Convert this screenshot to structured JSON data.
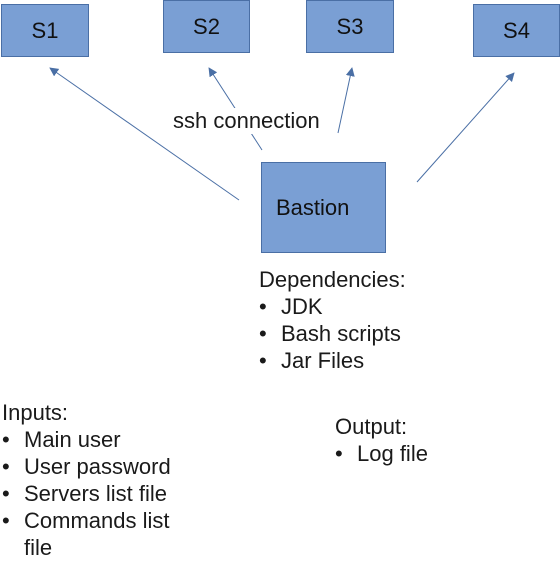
{
  "servers": [
    "S1",
    "S2",
    "S3",
    "S4"
  ],
  "bastion": {
    "label": "Bastion"
  },
  "connection_label": "ssh connection",
  "dependencies": {
    "heading": "Dependencies:",
    "items": [
      "JDK",
      "Bash scripts",
      "Jar Files"
    ]
  },
  "inputs": {
    "heading": "Inputs:",
    "items": [
      "Main user",
      "User password",
      "Servers list file",
      "Commands list file"
    ]
  },
  "output": {
    "heading": "Output:",
    "items": [
      "Log file"
    ]
  },
  "colors": {
    "box_fill": "#7a9fd4",
    "box_border": "#4a6fa5",
    "arrow": "#4a6fa5"
  }
}
